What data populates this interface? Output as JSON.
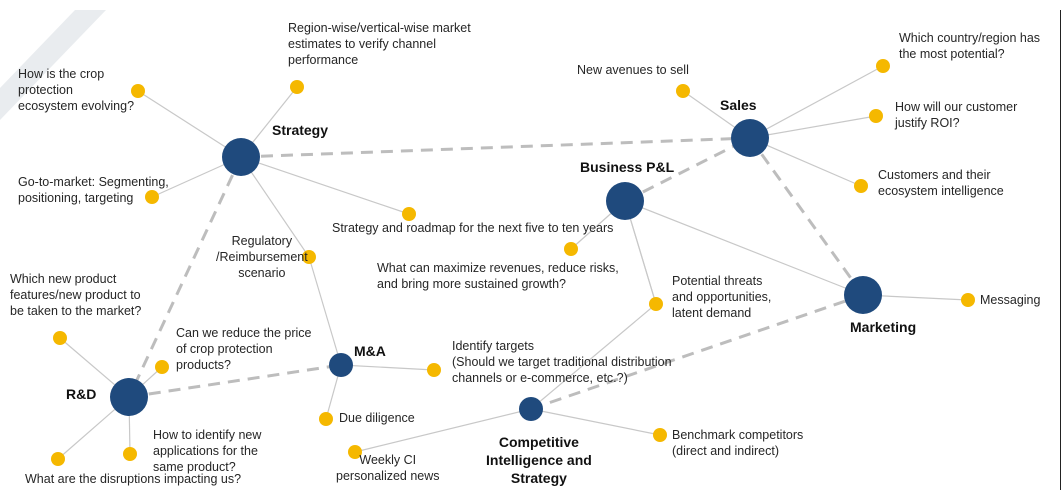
{
  "diagram": {
    "colors": {
      "hub": "#1f4a7d",
      "leaf": "#f5b800",
      "solid_link": "#c8c8c8",
      "dashed_link": "#bdbdbd",
      "decor_stripe": "#e9ecef"
    },
    "hubs": [
      {
        "id": "strategy",
        "label": "Strategy"
      },
      {
        "id": "sales",
        "label": "Sales"
      },
      {
        "id": "bizpl",
        "label": "Business P&L"
      },
      {
        "id": "marketing",
        "label": "Marketing"
      },
      {
        "id": "rnd",
        "label": "R&D"
      },
      {
        "id": "mna",
        "label": "M&A"
      },
      {
        "id": "ci",
        "label": "Competitive Intelligence and Strategy"
      }
    ],
    "hub_label_lines": {
      "ci": [
        "Competitive",
        "Intelligence and",
        "Strategy"
      ]
    },
    "leaves": [
      {
        "id": "l1",
        "hub": "strategy",
        "lines": [
          "How is the crop",
          "protection",
          "ecosystem evolving?"
        ]
      },
      {
        "id": "l2",
        "hub": "strategy",
        "lines": [
          "Region-wise/vertical-wise market",
          "estimates to verify channel",
          "performance"
        ]
      },
      {
        "id": "l3",
        "hub": "strategy",
        "lines": [
          "Go-to-market: Segmenting,",
          "positioning, targeting"
        ]
      },
      {
        "id": "l4",
        "hub": "strategy",
        "lines": [
          "Strategy and roadmap for the next five to ten years"
        ]
      },
      {
        "id": "l5",
        "hub": "mna",
        "lines": [
          "Regulatory",
          "/Reimbursement",
          "scenario"
        ]
      },
      {
        "id": "l6",
        "hub": "rnd",
        "lines": [
          "Which new product",
          "features/new product to",
          "be taken to the market?"
        ]
      },
      {
        "id": "l7",
        "hub": "rnd",
        "lines": [
          "Can we reduce the price",
          "of crop protection",
          "products?"
        ]
      },
      {
        "id": "l8",
        "hub": "rnd",
        "lines": [
          "How to identify new",
          "applications for the",
          "same product?"
        ]
      },
      {
        "id": "l9",
        "hub": "rnd",
        "lines": [
          "What are the disruptions impacting us?"
        ]
      },
      {
        "id": "l10",
        "hub": "mna",
        "lines": [
          "Due diligence"
        ]
      },
      {
        "id": "l11",
        "hub": "mna",
        "lines": [
          "Identify targets",
          "(Should we target traditional distribution",
          "channels or e-commerce, etc.?)"
        ]
      },
      {
        "id": "l12",
        "hub": "ci",
        "lines": [
          "Weekly CI",
          "personalized news"
        ]
      },
      {
        "id": "l13",
        "hub": "ci",
        "lines": [
          "Benchmark competitors",
          "(direct and indirect)"
        ]
      },
      {
        "id": "l14",
        "hub": "bizpl",
        "lines": [
          "What can maximize revenues, reduce risks,",
          "and bring more sustained growth?"
        ]
      },
      {
        "id": "l15",
        "hub": "bizpl",
        "lines": [
          "Potential threats",
          "and opportunities,",
          "latent demand"
        ]
      },
      {
        "id": "l16",
        "hub": "sales",
        "lines": [
          "New avenues to sell"
        ]
      },
      {
        "id": "l17",
        "hub": "sales",
        "lines": [
          "Which country/region has",
          "the most potential?"
        ]
      },
      {
        "id": "l18",
        "hub": "sales",
        "lines": [
          "How will our customer",
          "justify ROI?"
        ]
      },
      {
        "id": "l19",
        "hub": "sales",
        "lines": [
          "Customers and their",
          "ecosystem intelligence"
        ]
      },
      {
        "id": "l20",
        "hub": "marketing",
        "lines": [
          "Messaging"
        ]
      }
    ],
    "dashed_links": [
      [
        "strategy",
        "sales"
      ],
      [
        "strategy",
        "rnd"
      ],
      [
        "bizpl",
        "sales"
      ],
      [
        "sales",
        "marketing"
      ],
      [
        "rnd",
        "mna"
      ],
      [
        "ci",
        "marketing"
      ]
    ],
    "solid_links": [
      [
        "bizpl",
        "marketing"
      ],
      [
        "bizpl",
        "l15"
      ],
      [
        "l15",
        "ci"
      ],
      [
        "strategy",
        "l5"
      ]
    ]
  }
}
